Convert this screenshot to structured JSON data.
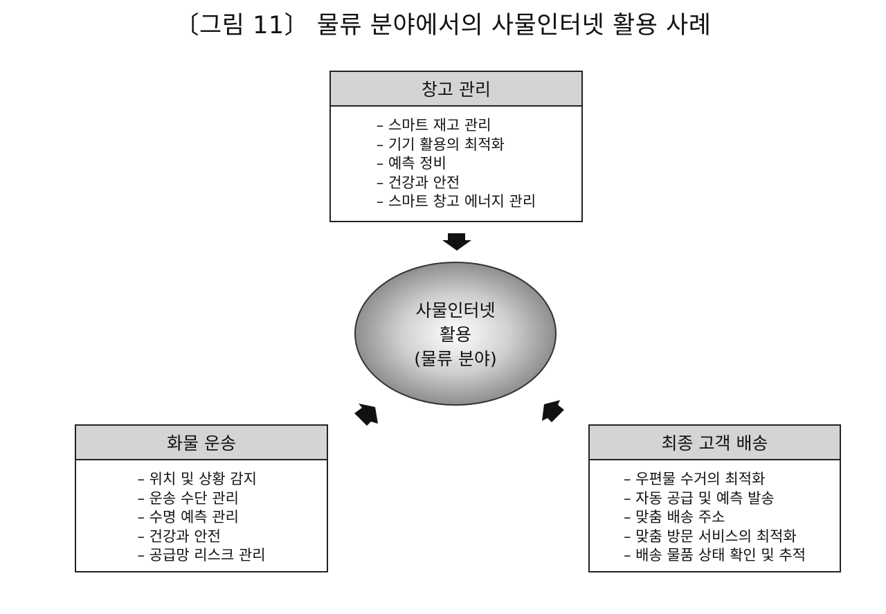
{
  "title": "〔그림 11〕 물류 분야에서의 사물인터넷 활용 사례",
  "center": {
    "line1": "사물인터넷",
    "line2": "활용",
    "line3": "(물류 분야)"
  },
  "boxes": {
    "warehouse": {
      "heading": "창고 관리",
      "items": [
        "– 스마트 재고 관리",
        "– 기기 활용의 최적화",
        "– 예측 정비",
        "– 건강과 안전",
        "– 스마트 창고 에너지 관리"
      ]
    },
    "freight": {
      "heading": "화물 운송",
      "items": [
        "– 위치 및 상황 감지",
        "– 운송 수단 관리",
        "– 수명 예측 관리",
        "– 건강과 안전",
        "– 공급망 리스크 관리"
      ]
    },
    "delivery": {
      "heading": "최종 고객 배송",
      "items": [
        "– 우편물 수거의 최적화",
        "– 자동 공급 및 예측 발송",
        "– 맞춤 배송 주소",
        "– 맞춤 방문 서비스의 최적화",
        "– 배송 물품 상태 확인 및 추적"
      ]
    }
  },
  "colors": {
    "header_fill": "#d4d4d4",
    "ellipse_light": "#ffffff",
    "ellipse_dark": "#8e8e8e",
    "arrow": "#111111"
  }
}
